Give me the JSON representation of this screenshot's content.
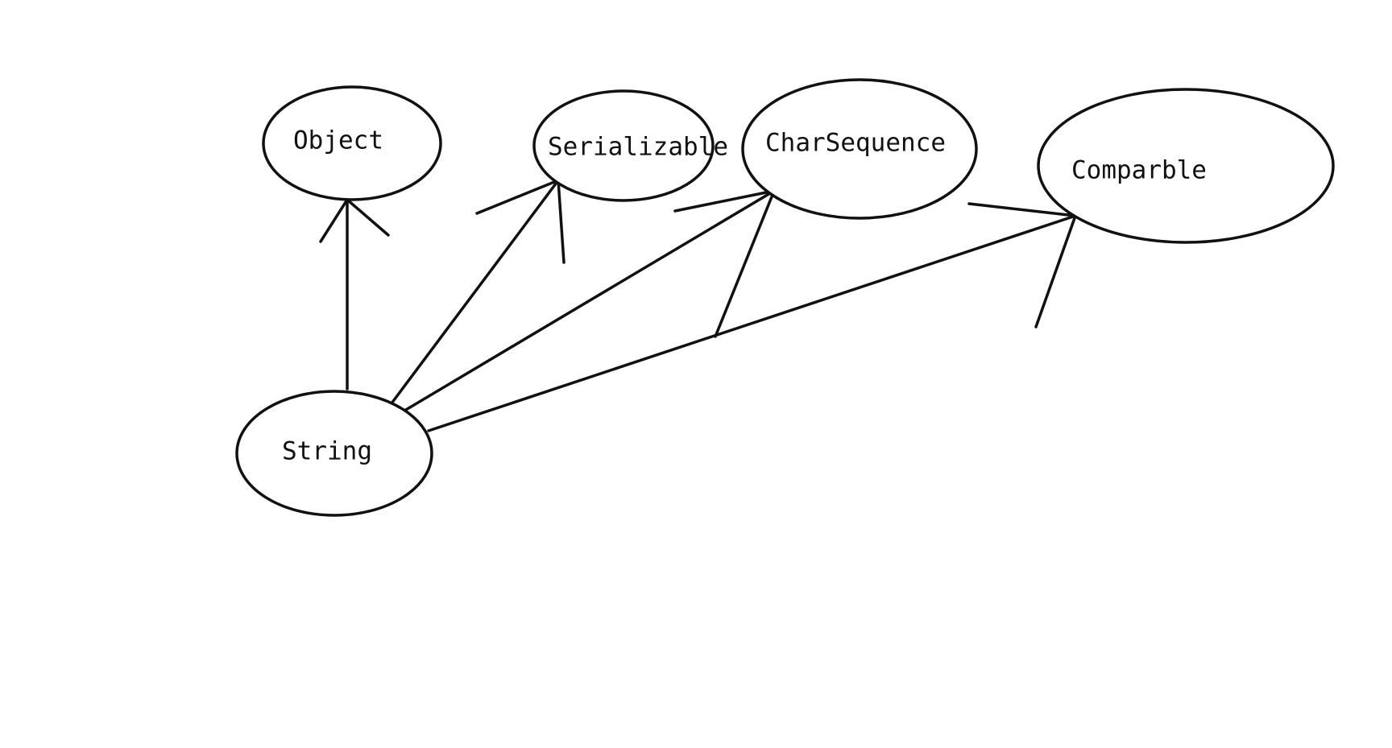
{
  "diagram": {
    "nodes": [
      {
        "id": "object",
        "label": "Object"
      },
      {
        "id": "serializable",
        "label": "Serializable"
      },
      {
        "id": "charsequence",
        "label": "CharSequence"
      },
      {
        "id": "comparable",
        "label": "Comparble"
      },
      {
        "id": "string",
        "label": "String"
      }
    ],
    "edges": [
      {
        "from": "string",
        "to": "object"
      },
      {
        "from": "string",
        "to": "serializable"
      },
      {
        "from": "string",
        "to": "charsequence"
      },
      {
        "from": "string",
        "to": "comparable"
      }
    ]
  }
}
